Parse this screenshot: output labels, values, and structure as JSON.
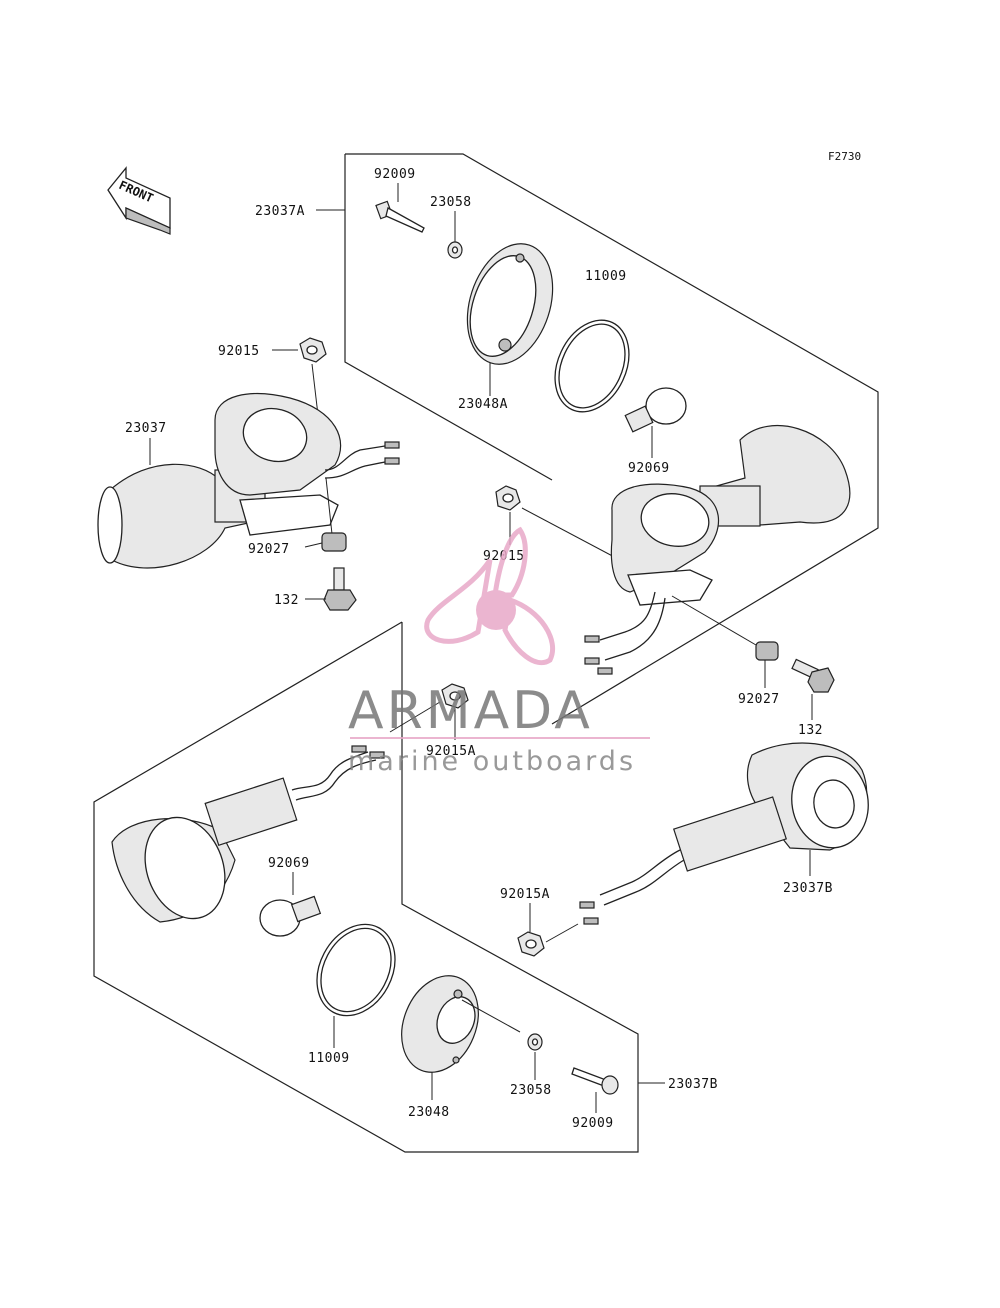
{
  "figure_code": "F2730",
  "front_arrow": {
    "text": "FRONT"
  },
  "labels": {
    "upper_assembly": "23037A",
    "upper_screw": "92009",
    "upper_washer": "23058",
    "upper_gasket": "11009",
    "upper_nut": "92015",
    "upper_lens": "23048A",
    "upper_left_housing": "23037",
    "upper_right_bulb": "92069",
    "upper_left_collar": "92027",
    "upper_left_bolt": "132",
    "upper_right_nut": "92015",
    "upper_right_collar": "92027",
    "upper_right_bolt": "132",
    "mid_nut": "92015A",
    "lower_right_housing": "23037B",
    "lower_bulb": "92069",
    "lower_right_nut": "92015A",
    "lower_gasket": "11009",
    "lower_lens": "23048",
    "lower_washer": "23058",
    "lower_screw": "92009",
    "lower_assembly": "23037B"
  },
  "watermark": {
    "brand": "ARMADA",
    "tagline": "marine outboards",
    "color": "#e8a9c8"
  }
}
